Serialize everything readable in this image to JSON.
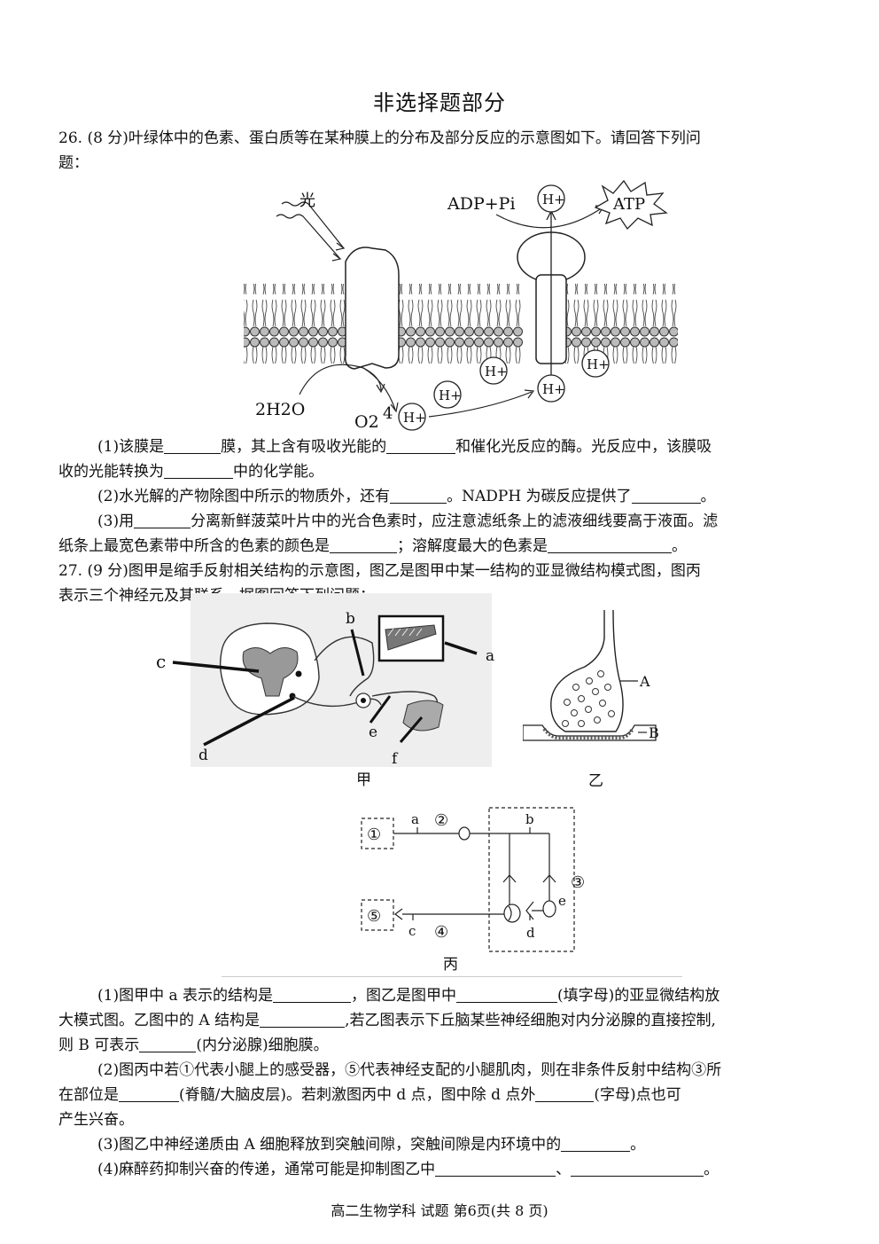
{
  "section_title": "非选择题部分",
  "q26": {
    "intro_l1": "26. (8 分)叶绿体中的色素、蛋白质等在某种膜上的分布及部分反应的示意图如下。请回答下列问",
    "intro_l2": "题：",
    "fig": {
      "light": "光",
      "adp_pi": "ADP+Pi",
      "atp": "ATP",
      "h_plus": "H+",
      "water": "2H2O",
      "o2": "O2",
      "four": "4"
    },
    "q1_a": "(1)该膜是",
    "q1_b": "膜，其上含有吸收光能的",
    "q1_c": "和催化光反应的酶。光反应中，该膜吸",
    "q1_d": "收的光能转换为",
    "q1_e": "中的化学能。",
    "q2_a": "(2)水光解的产物除图中所示的物质外，还有",
    "q2_b": "。NADPH 为碳反应提供了",
    "q2_c": "。",
    "q3_a": "(3)用",
    "q3_b": "分离新鲜菠菜叶片中的光合色素时，应注意滤纸条上的滤液细线要高于液面。滤",
    "q3_c": "纸条上最宽色素带中所含的色素的颜色是",
    "q3_d": "；溶解度最大的色素是",
    "q3_e": "。"
  },
  "q27": {
    "intro_l1": "27. (9 分)图甲是缩手反射相关结构的示意图，图乙是图甲中某一结构的亚显微结构模式图，图丙",
    "intro_l2": "表示三个神经元及其联系，据图回答下列问题：",
    "fig_jia": {
      "caption": "甲",
      "a": "a",
      "b": "b",
      "c": "c",
      "d": "d",
      "e": "e",
      "f": "f"
    },
    "fig_yi": {
      "caption": "乙",
      "A": "A",
      "B": "B"
    },
    "fig_bing": {
      "caption": "丙",
      "n1": "①",
      "n2": "②",
      "n3": "③",
      "n4": "④",
      "n5": "⑤",
      "a": "a",
      "b": "b",
      "c": "c",
      "d": "d",
      "e": "e"
    },
    "q1_a": "(1)图甲中 a 表示的结构是",
    "q1_b": "，图乙是图甲中",
    "q1_c": "(填字母)的亚显微结构放",
    "q1_d": "大模式图。乙图中的 A 结构是",
    "q1_e": ",若乙图表示下丘脑某些神经细胞对内分泌腺的直接控制,",
    "q1_f": "则 B 可表示",
    "q1_g": "(内分泌腺)细胞膜。",
    "q2_a": "(2)图丙中若①代表小腿上的感受器，⑤代表神经支配的小腿肌肉，则在非条件反射中结构③所",
    "q2_b": "在部位是",
    "q2_c": "(脊髓/大脑皮层)。若刺激图丙中 d 点，图中除 d 点外",
    "q2_d": "(字母)点也可",
    "q2_e": "产生兴奋。",
    "q3_a": "(3)图乙中神经递质由 A 细胞释放到突触间隙，突触间隙是内环境中的",
    "q3_b": "。",
    "q4_a": "(4)麻醉药抑制兴奋的传递，通常可能是抑制图乙中",
    "q4_b": "、",
    "q4_c": "。"
  },
  "footer": "高二生物学科 试题 第6页(共 8 页)"
}
